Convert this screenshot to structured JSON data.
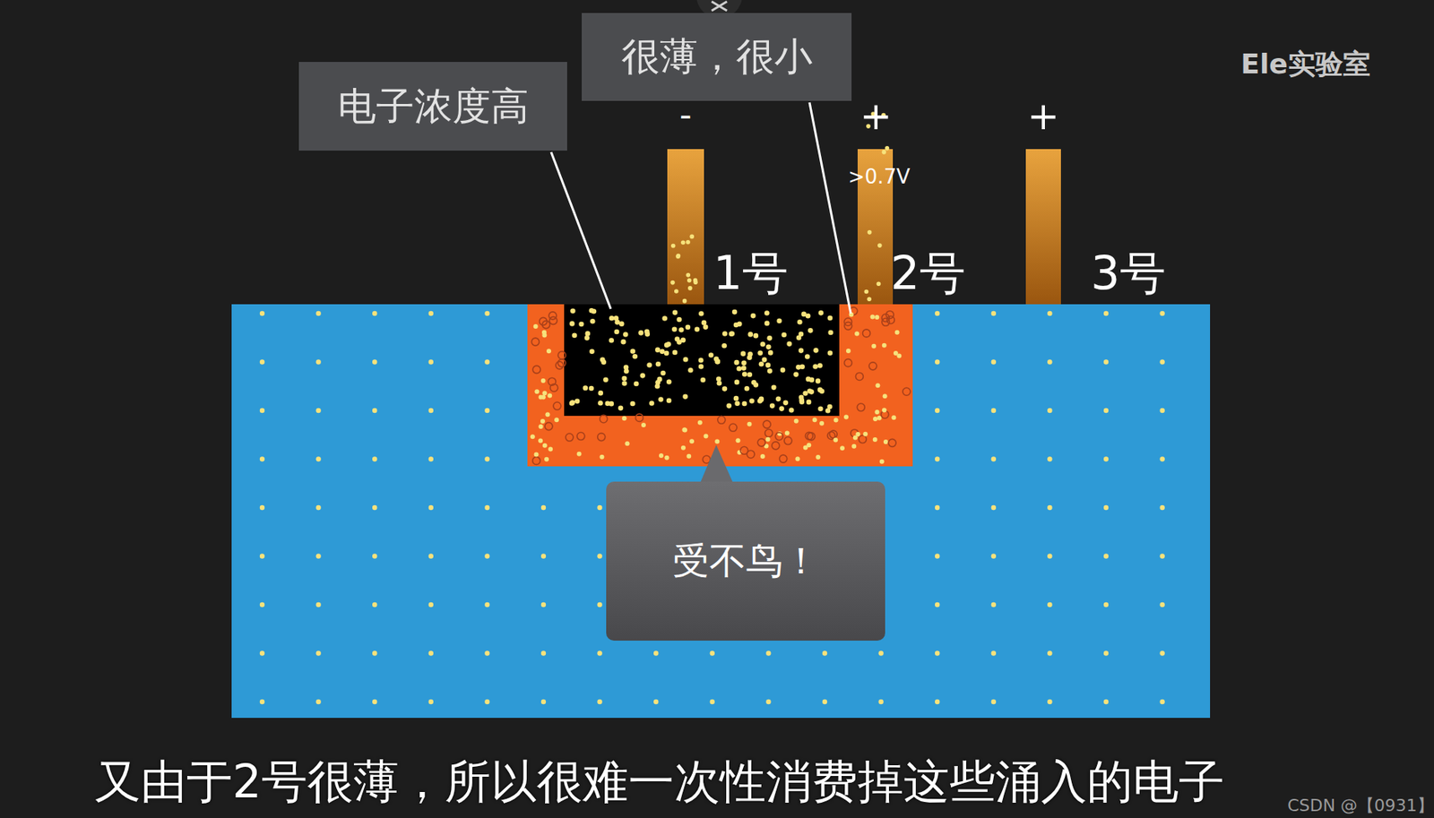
{
  "diagram": {
    "caption": "又由于2号很薄，所以很难一次性消费掉这些涌入的电子",
    "nodes": [
      {
        "text": [
          "电子浓度高"
        ]
      },
      {
        "text": [
          "很薄，很小"
        ]
      },
      {
        "text": [
          "受不鸟！"
        ]
      }
    ],
    "labels": [
      "-",
      "+",
      ">0.7V",
      "+",
      "1号",
      "2号",
      "3号",
      "Ele实验室",
      "CSDN @【0931】"
    ]
  }
}
